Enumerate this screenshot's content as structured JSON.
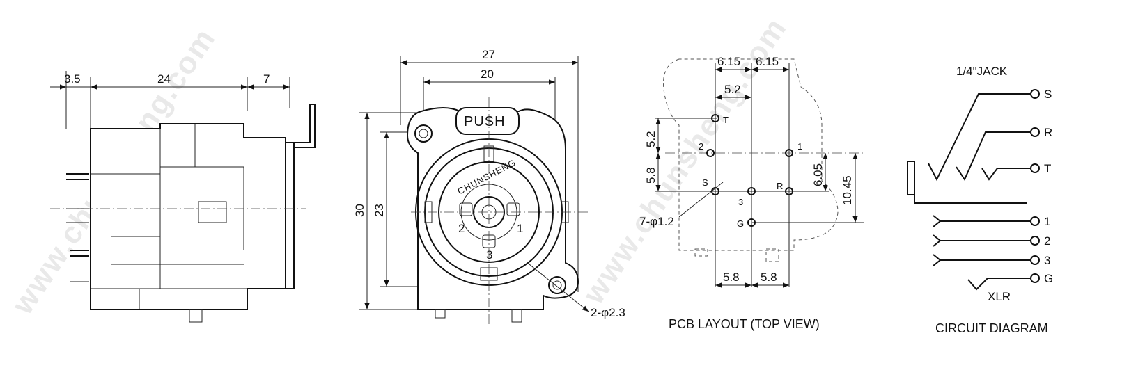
{
  "watermark": "www.chunsheng.com",
  "side_view": {
    "dims": [
      "3.5",
      "24",
      "7"
    ]
  },
  "front_view": {
    "dims": [
      "27",
      "20",
      "30",
      "23"
    ],
    "push_label": "PUSH",
    "brand": "CHUNSHENG",
    "pin_labels": [
      "2",
      "1",
      "3"
    ],
    "hole_note": "2-φ2.3"
  },
  "pcb": {
    "title": "PCB LAYOUT (TOP VIEW)",
    "dims_top": [
      "6.15",
      "6.15",
      "5.2"
    ],
    "dims_left": [
      "5.2",
      "5.8"
    ],
    "dims_right": [
      "6.05",
      "10.45"
    ],
    "dims_bottom": [
      "5.8",
      "5.8"
    ],
    "hole_note": "7-φ1.2",
    "pin_labels": [
      "T",
      "2",
      "1",
      "S",
      "R",
      "3",
      "G"
    ]
  },
  "circuit": {
    "title": "CIRCUIT DIAGRAM",
    "jack_label": "1/4\"JACK",
    "xlr_label": "XLR",
    "jack_pins": [
      "S",
      "R",
      "T"
    ],
    "xlr_pins": [
      "1",
      "2",
      "3",
      "G"
    ]
  },
  "colors": {
    "line": "#111111",
    "watermark": "#d8d8d8",
    "background": "#ffffff"
  }
}
